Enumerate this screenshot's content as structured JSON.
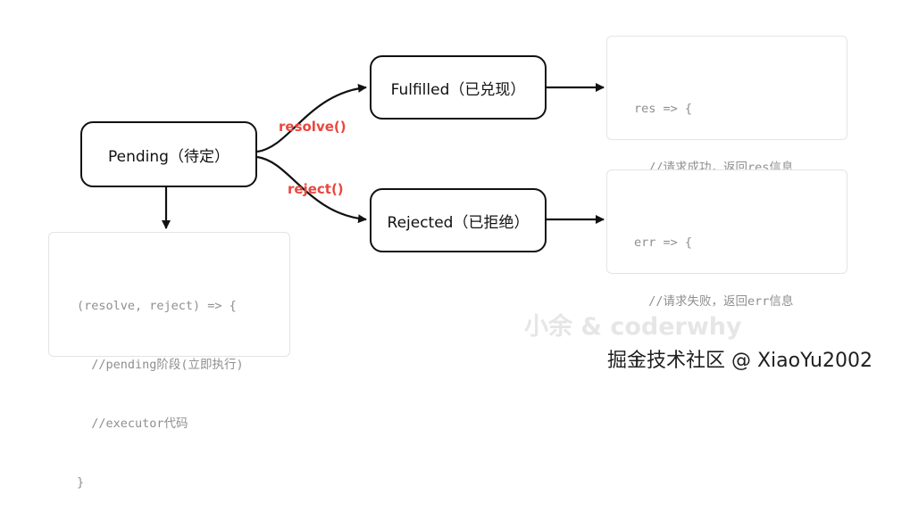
{
  "states": {
    "pending": "Pending（待定）",
    "fulfilled": "Fulfilled（已兑现）",
    "rejected": "Rejected（已拒绝）"
  },
  "transitions": {
    "resolve": "resolve()",
    "reject": "reject()"
  },
  "code": {
    "executor": [
      "(resolve, reject) => {",
      "  //pending阶段(立即执行)",
      "  //executor代码",
      "}"
    ],
    "fulfilled": [
      "res => {",
      "  //请求成功，返回res信息",
      "}"
    ],
    "rejected": [
      "err => {",
      "  //请求失败，返回err信息",
      "}"
    ]
  },
  "watermark": {
    "logo": "小余 & coderwhy",
    "site": "掘金技术社区 @ XiaoYu2002"
  },
  "colors": {
    "transition_label": "#e8483f",
    "box_border": "#111111",
    "code_text": "#8f8f8f"
  }
}
